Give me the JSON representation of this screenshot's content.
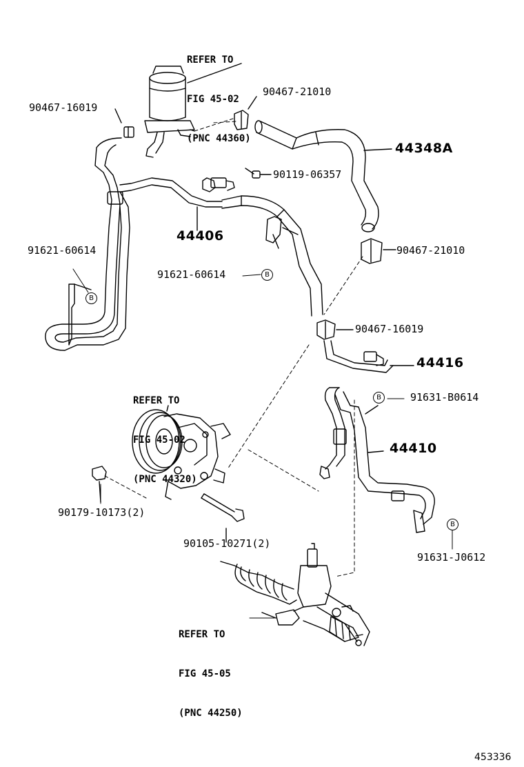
{
  "refs": {
    "reservoir": [
      "REFER TO",
      "FIG 45-02",
      "(PNC 44360)"
    ],
    "pump": [
      "REFER TO",
      "FIG 45-02",
      "(PNC 44320)"
    ],
    "gear": [
      "REFER TO",
      "FIG 45-05",
      "(PNC 44250)"
    ]
  },
  "parts": {
    "clamp_16019_top": "90467-16019",
    "clamp_21010_top": "90467-21010",
    "hose_44348A": "44348A",
    "bolt_06357": "90119-06357",
    "tube_44406": "44406",
    "bolt_60614_left": "91621-60614",
    "bolt_60614_mid": "91621-60614",
    "clamp_21010_mid": "90467-21010",
    "clamp_16019_mid": "90467-16019",
    "tube_44416": "44416",
    "bolt_B0614": "91631-B0614",
    "hose_44410": "44410",
    "bolt_10173": "90179-10173(2)",
    "bolt_10271": "90105-10271(2)",
    "bolt_J0612": "91631-J0612"
  },
  "marker": "B",
  "figure_number": "453336"
}
